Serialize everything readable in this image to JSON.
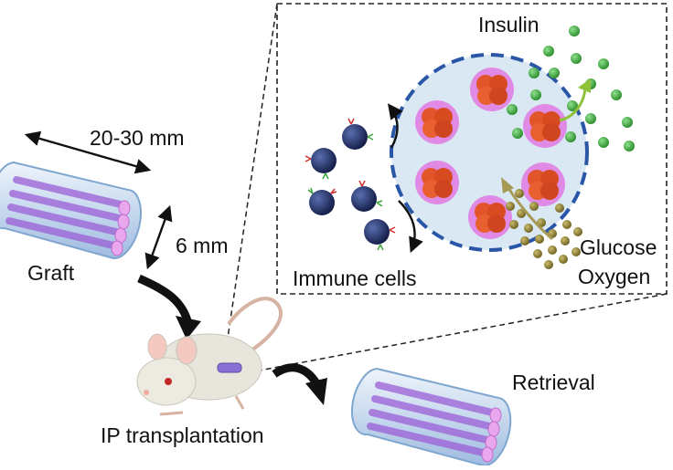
{
  "labels": {
    "graft_length": "20-30 mm",
    "graft_diameter": "6 mm",
    "graft": "Graft",
    "transplant": "IP transplantation",
    "retrieval": "Retrieval",
    "insulin": "Insulin",
    "immune_cells": "Immune cells",
    "glucose": "Glucose",
    "oxygen": "Oxygen"
  },
  "colors": {
    "tube_outline": "#7fa6cf",
    "tube_fill": "#cfe0f2",
    "fiber": "#9b5fd6",
    "fiber_end": "#e9a8ee",
    "cluster": "#e2552a",
    "cluster_rim": "#e08ae6",
    "capsule_fill": "#d9e8f3",
    "capsule_border": "#2a56a8",
    "immune": "#1c2f6e",
    "insulin": "#3aa63a",
    "glucose": "#8a7a2e",
    "arrow_green": "#8fc23a",
    "arrow_olive": "#a69a55",
    "frame": "#222222"
  }
}
